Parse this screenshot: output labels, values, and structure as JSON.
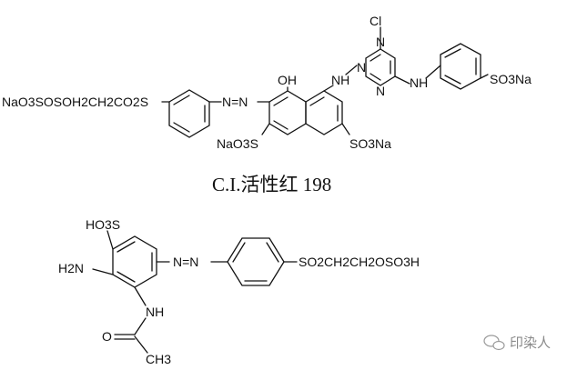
{
  "molecule1": {
    "left_group": "NaO3SOSOH2CH2CO2S",
    "azo": "N=N",
    "hydroxyl": "OH",
    "sulfonate_left": "NaO3S",
    "sulfonate_right": "SO3Na",
    "imino_link": "NH",
    "triazine_n_top": "N",
    "triazine_n_left": "N",
    "triazine_n_bottom": "N",
    "chlorine": "Cl",
    "anilino_link": "NH",
    "sulfonate_aryl": "SO3Na",
    "caption": "C.I.活性红 198"
  },
  "molecule2": {
    "sulfonic_acid": "HO3S",
    "amino": "H2N",
    "azo": "N=N",
    "right_group": "SO2CH2CH2OSO3H",
    "acetamido_nh": "NH",
    "carbonyl_o": "O",
    "methyl": "CH3"
  },
  "watermark": {
    "text": "印染人",
    "icon": "wechat-icon"
  }
}
